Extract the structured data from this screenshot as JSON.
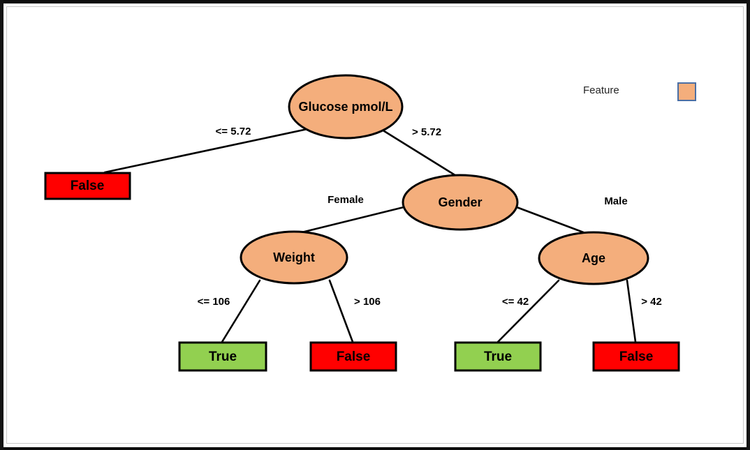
{
  "diagram": {
    "type": "decision-tree",
    "title": "",
    "background": "#ffffff",
    "colors": {
      "node_fill": "#F4AE7C",
      "node_stroke": "#000000",
      "leaf_true_fill": "#92D050",
      "leaf_false_fill": "#FF0000",
      "edge_stroke": "#000000",
      "legend_swatch_border": "#4A6FA5",
      "frame": "#0d0d0d"
    }
  },
  "legend": {
    "label": "Feature",
    "swatch_color": "#F4AE7C"
  },
  "nodes": {
    "root": {
      "label": "Glucose pmol/L",
      "kind": "feature"
    },
    "gender": {
      "label": "Gender",
      "kind": "feature"
    },
    "weight": {
      "label": "Weight",
      "kind": "feature"
    },
    "age": {
      "label": "Age",
      "kind": "feature"
    },
    "leaf_root_left": {
      "label": "False",
      "kind": "leaf-false"
    },
    "leaf_weight_left": {
      "label": "True",
      "kind": "leaf-true"
    },
    "leaf_weight_right": {
      "label": "False",
      "kind": "leaf-false"
    },
    "leaf_age_left": {
      "label": "True",
      "kind": "leaf-true"
    },
    "leaf_age_right": {
      "label": "False",
      "kind": "leaf-false"
    }
  },
  "edges": {
    "root_left": {
      "label": "<= 5.72",
      "from": "root",
      "to": "leaf_root_left"
    },
    "root_right": {
      "label": "> 5.72",
      "from": "root",
      "to": "gender"
    },
    "gender_left": {
      "label": "Female",
      "from": "gender",
      "to": "weight"
    },
    "gender_right": {
      "label": "Male",
      "from": "gender",
      "to": "age"
    },
    "weight_left": {
      "label": "<= 106",
      "from": "weight",
      "to": "leaf_weight_left"
    },
    "weight_right": {
      "label": "> 106",
      "from": "weight",
      "to": "leaf_weight_right"
    },
    "age_left": {
      "label": "<= 42",
      "from": "age",
      "to": "leaf_age_left"
    },
    "age_right": {
      "label": "> 42",
      "from": "age",
      "to": "leaf_age_right"
    }
  }
}
